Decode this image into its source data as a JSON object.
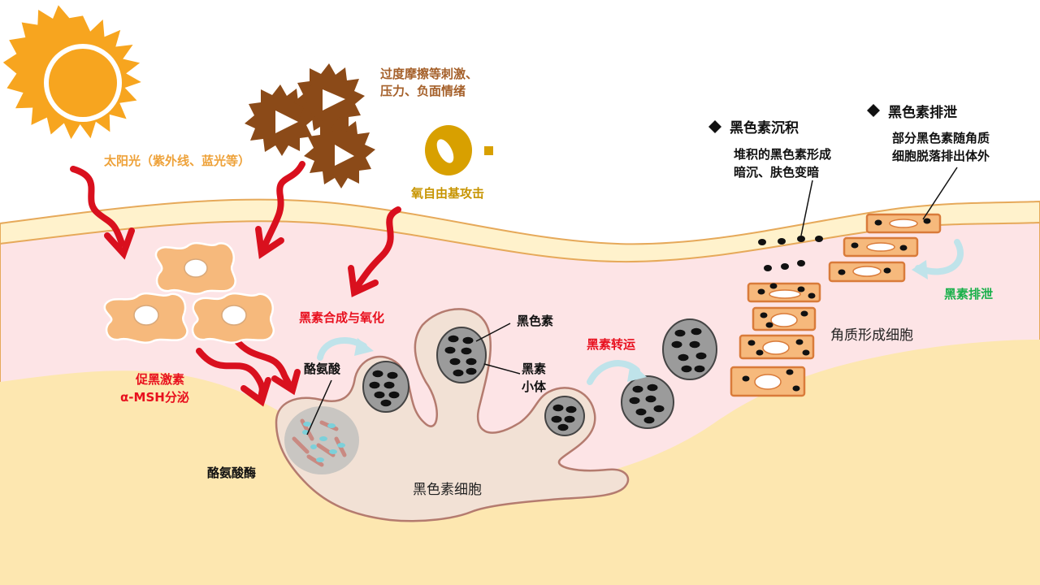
{
  "labels": {
    "sunlight": "太阳光（紫外线、蓝光等）",
    "stress_line1": "过度摩擦等刺激、",
    "stress_line2": "压力、负面情绪",
    "free_radical": "氧自由基攻击",
    "msh_line1": "促黑激素",
    "msh_line2": "α-MSH分泌",
    "synthesis": "黑素合成与氧化",
    "tyrosine": "酪氨酸",
    "tyrosinase": "酪氨酸酶",
    "melanin": "黑色素",
    "melanosome_line1": "黑素",
    "melanosome_line2": "小体",
    "melanocyte": "黑色素细胞",
    "transport": "黑素转运",
    "keratinocyte": "角质形成细胞",
    "excretion": "黑素排泄"
  },
  "notes": {
    "deposit": {
      "title": "黑色素沉积",
      "line1": "堆积的黑色素形成",
      "line2": "暗沉、肤色变暗"
    },
    "excrete": {
      "title": "黑色素排泄",
      "line1": "部分黑色素随角质",
      "line2": "细胞脱落排出体外"
    }
  },
  "colors": {
    "epidermis_top": "#fff2cc",
    "epidermis_pink": "#fde4e6",
    "dermis": "#fde7b0",
    "cell_fill": "#f6b97c",
    "arrow_red": "#d9101e",
    "accent_blue": "#bfe3ea",
    "sun": "#f7a51f",
    "radical": "#d8a000",
    "stress_brown": "#8b4a18",
    "text_red": "#e8101e",
    "text_green": "#19b04a",
    "text_orange": "#eea23a"
  }
}
